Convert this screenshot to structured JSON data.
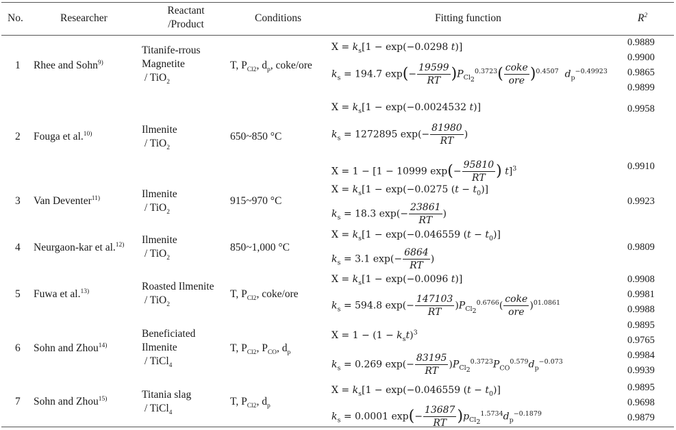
{
  "header": {
    "no": "No.",
    "researcher": "Researcher",
    "reactant_line1": "Reactant",
    "reactant_line2": "/Product",
    "conditions": "Conditions",
    "fitting": "Fitting function",
    "r2": "R",
    "r2_sup": "2"
  },
  "rows": [
    {
      "no": "1",
      "researcher": "Rhee and Sohn",
      "ref": "9)",
      "reactant": [
        "Titanife-rrous",
        "Magnetite",
        "/ TiO"
      ],
      "reactant_sub": "2",
      "conditions": "T, P",
      "conditions_sub": "Cl2",
      "conditions_rest": ", d",
      "conditions_sub2": "p",
      "conditions_tail": ", coke/ore",
      "eq1": {
        "a": "X = ",
        "b": "k",
        "c": "s",
        "d": "[1 − exp(−0.0298 ",
        "e": "t",
        "f": ")]"
      },
      "eq2": {
        "a": "k",
        "b": "s",
        "c": " = 194.7 exp",
        "num": "19599",
        "den": "RT",
        "p": "P",
        "psub": "Cl",
        "psub2": "2",
        "exp1": "0.3723",
        "num2": "coke",
        "den2": "ore",
        "exp2": "0.4507",
        "dp": "d",
        "dpsub": "p",
        "dpexp": "−0.49923"
      },
      "r2": [
        "0.9889",
        "0.9900",
        "0.9865",
        "0.9899"
      ]
    },
    {
      "no": "2",
      "researcher": "Fouga et al.",
      "ref": "10)",
      "reactant": [
        "Ilmenite",
        "/ TiO"
      ],
      "reactant_sub": "2",
      "conditions": "650~850  °C",
      "eq1": {
        "a": "X = ",
        "b": "k",
        "c": "s",
        "d": "[1 − exp(−0.0024532 ",
        "e": "t",
        "f": ")]"
      },
      "eq2": {
        "a": "k",
        "b": "s",
        "c": " = 1272895 exp(−",
        "num": "81980",
        "den": "RT",
        "tail": ")"
      },
      "eq3": {
        "a": "X = 1 − [1 − 10999 exp",
        "num": "95810",
        "den": "RT",
        "t": "t",
        "tail": "]",
        "exp": "3"
      },
      "r2": [
        "0.9958",
        "0.9910"
      ]
    },
    {
      "no": "3",
      "researcher": "Van Deventer",
      "ref": "11)",
      "reactant": [
        "Ilmenite",
        "/ TiO"
      ],
      "reactant_sub": "2",
      "conditions": "915~970  °C",
      "eq1": {
        "a": "X = ",
        "b": "k",
        "c": "s",
        "d": "[1 − exp(−0.0275 (",
        "e": "t",
        "f": " − ",
        "g": "t",
        "h": "0",
        "i": ")]"
      },
      "eq2": {
        "a": "k",
        "b": "s",
        "c": " = 18.3 exp(−",
        "num": "23861",
        "den": "RT",
        "tail": ")"
      },
      "r2": [
        "0.9923"
      ]
    },
    {
      "no": "4",
      "researcher": "Neurgaon-kar et al.",
      "ref": "12)",
      "reactant": [
        "Ilmenite",
        "/ TiO"
      ],
      "reactant_sub": "2",
      "conditions": "850~1,000  °C",
      "eq1": {
        "a": "X = ",
        "b": "k",
        "c": "s",
        "d": "[1 − exp(−0.046559 (",
        "e": "t",
        "f": " − ",
        "g": "t",
        "h": "0",
        "i": ")]"
      },
      "eq2": {
        "a": "k",
        "b": "s",
        "c": " = 3.1 exp(−",
        "num": "6864",
        "den": "RT",
        "tail": ")"
      },
      "r2": [
        "0.9809"
      ]
    },
    {
      "no": "5",
      "researcher": "Fuwa et al.",
      "ref": "13)",
      "reactant": [
        "Roasted Ilmenite",
        "/ TiO"
      ],
      "reactant_sub": "2",
      "conditions": "T, P",
      "conditions_sub": "Cl2",
      "conditions_tail": ", coke/ore",
      "eq1": {
        "a": "X = ",
        "b": "k",
        "c": "s",
        "d": "[1 − exp(−0.0096 ",
        "e": "t",
        "f": ")]"
      },
      "eq2": {
        "a": "k",
        "b": "s",
        "c": " = 594.8 exp(−",
        "num": "147103",
        "den": "RT",
        "p": "P",
        "psub": "Cl",
        "psub2": "2",
        "exp1": "0.6766",
        "num2": "coke",
        "den2": "ore",
        "exp2": "01.0861"
      },
      "r2": [
        "0.9908",
        "0.9981",
        "0.9988"
      ]
    },
    {
      "no": "6",
      "researcher": "Sohn and Zhou",
      "ref": "14)",
      "reactant": [
        "Beneficiated",
        "Ilmenite",
        "/ TiCl"
      ],
      "reactant_sub": "4",
      "conditions": "T, P",
      "conditions_sub": "Cl2",
      "conditions_rest": ", P",
      "conditions_sub2": "CO",
      "conditions_rest2": ", d",
      "conditions_sub3": "p",
      "eq1": {
        "a": "X = 1 − (1 − ",
        "b": "k",
        "c": "s",
        "d": "t",
        "e": ")",
        "exp": "3"
      },
      "eq2": {
        "a": "k",
        "b": "s",
        "c": " = 0.269 exp(−",
        "num": "83195",
        "den": "RT",
        "p": "P",
        "psub": "Cl",
        "psub2": "2",
        "exp1": "0.3723",
        "pco": "P",
        "pcosub": "CO",
        "exp2": "0.579",
        "dp": "d",
        "dpsub": "p",
        "dpexp": "−0.073"
      },
      "r2": [
        "0.9895",
        "0.9765",
        "0.9984",
        "0.9939"
      ]
    },
    {
      "no": "7",
      "researcher": "Sohn and Zhou",
      "ref": "15)",
      "reactant": [
        "Titania slag",
        "/ TiCl"
      ],
      "reactant_sub": "4",
      "conditions": "T, P",
      "conditions_sub": "Cl2",
      "conditions_rest": ", d",
      "conditions_sub2": "p",
      "eq1": {
        "a": "X = ",
        "b": "k",
        "c": "s",
        "d": "[1 − exp(−0.046559 (",
        "e": "t",
        "f": " − ",
        "g": "t",
        "h": "0",
        "i": ")]"
      },
      "eq2": {
        "a": "k",
        "b": "s",
        "c": " = 0.0001 exp",
        "num": "13687",
        "den": "RT",
        "p": "p",
        "psub": "Cl",
        "psub2": "2",
        "exp1": "1.5734",
        "dp": "d",
        "dpsub": "p",
        "dpexp": "−0.1879"
      },
      "r2": [
        "0.9895",
        "0.9698",
        "0.9879"
      ]
    }
  ]
}
